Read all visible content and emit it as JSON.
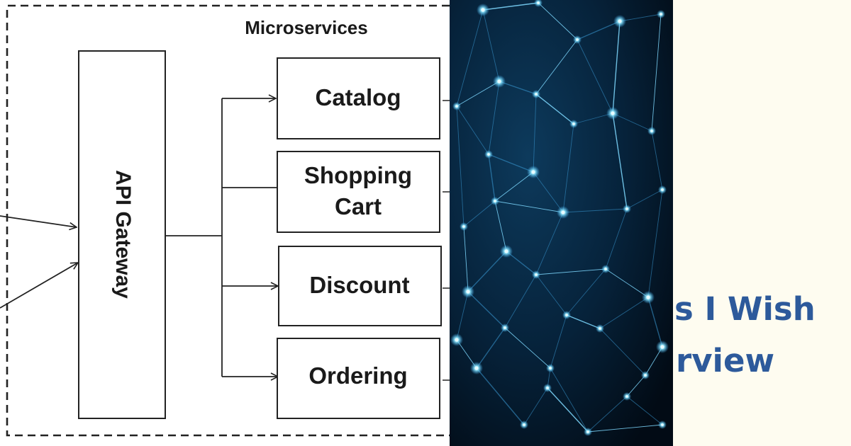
{
  "diagram": {
    "boundary_label": "Microservices",
    "gateway_label": "API Gateway",
    "services": [
      {
        "lines": [
          "Catalog"
        ]
      },
      {
        "lines": [
          "Shopping",
          "Cart"
        ]
      },
      {
        "lines": [
          "Discount"
        ]
      },
      {
        "lines": [
          "Ordering"
        ]
      }
    ]
  },
  "title": {
    "line1": "s I Wish",
    "line2": "rview"
  },
  "colors": {
    "title": "#2d5a9b",
    "background": "#fefcf0",
    "network_background": "#04121f",
    "network_node": "#8fe8ff"
  }
}
